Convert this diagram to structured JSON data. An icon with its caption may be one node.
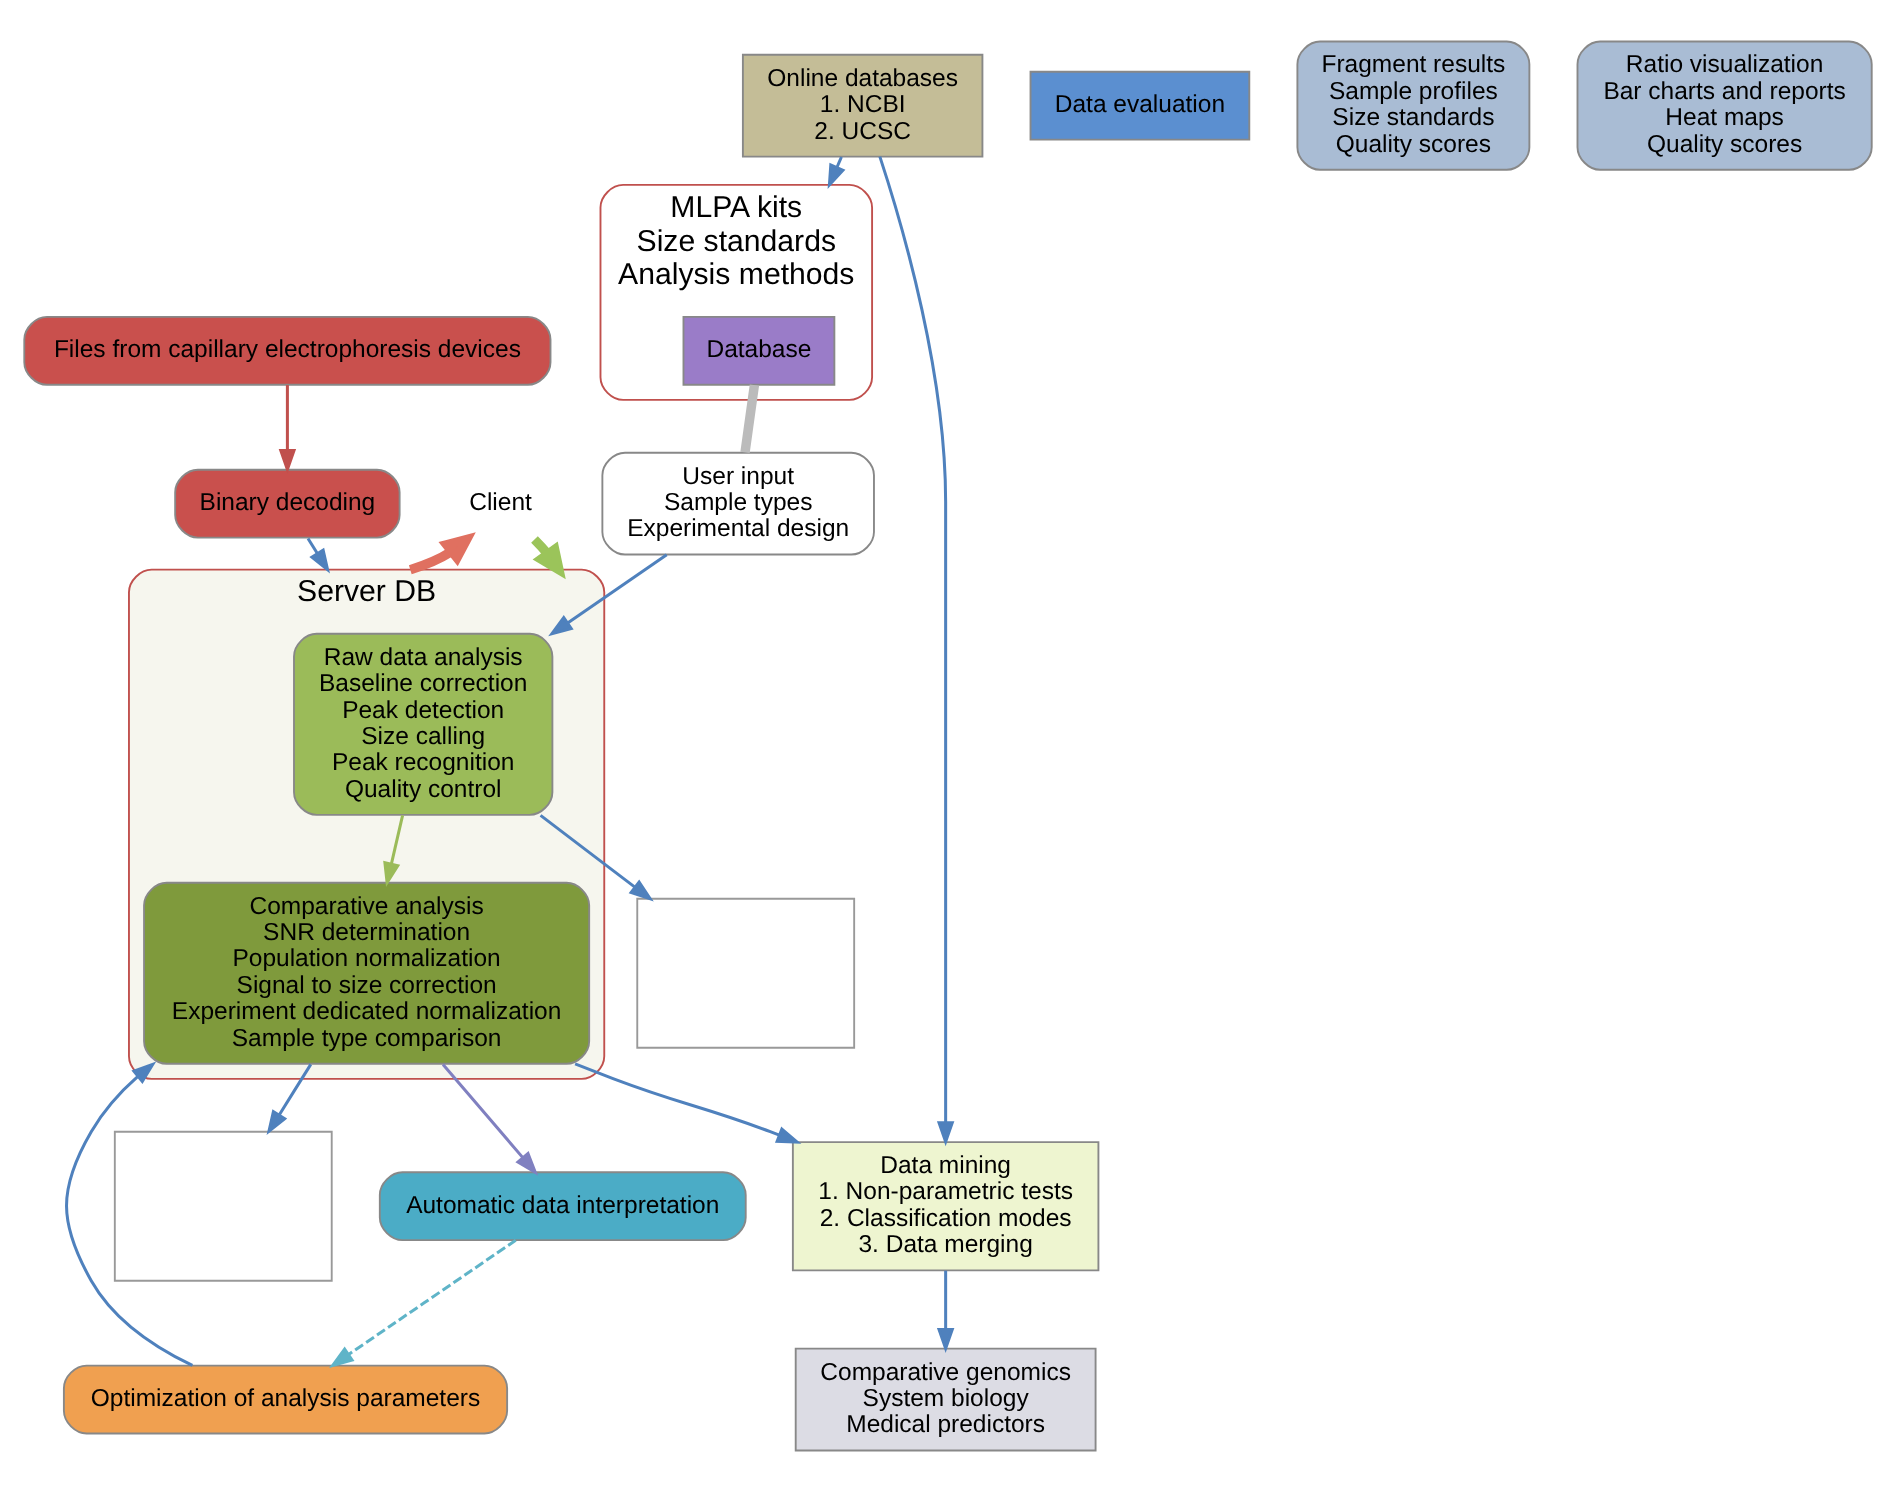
{
  "diagram": {
    "nodes": [
      {
        "text": [
          "Files from capillary electrophoresis devices"
        ]
      },
      {
        "text": [
          "Binary decoding"
        ]
      },
      {
        "text": [
          "Client"
        ]
      },
      {
        "text": [
          "Server DB"
        ]
      },
      {
        "text": [
          "Data evaluation"
        ]
      },
      {
        "text": [
          "MLPA kits",
          "Size standards",
          "Analysis methods"
        ]
      },
      {
        "text": [
          "Database"
        ],
        "in": 5
      },
      {
        "text": [
          "User input",
          "Sample types",
          "Experimental design"
        ]
      },
      {
        "text": [
          "Raw data analysis",
          "Baseline correction",
          "Peak detection",
          "Size calling",
          "Peak recognition",
          "Quality control"
        ],
        "in": 3
      },
      {
        "text": [],
        "shape": "box"
      },
      {
        "text": [
          "Fragment results",
          "Sample profiles",
          "Size standards",
          "Quality scores"
        ]
      },
      {
        "text": [
          "Optimization of analysis parameters"
        ]
      },
      {
        "text": [
          "Comparative analysis",
          "SNR determination",
          "Population normalization",
          "Signal to size correction",
          "Experiment dedicated normalization",
          "Sample type comparison"
        ],
        "in": 3
      },
      {
        "text": [],
        "shape": "box"
      },
      {
        "text": [
          "Ratio visualization",
          "Bar charts and reports",
          "Heat maps",
          "Quality scores"
        ]
      },
      {
        "text": [
          "Automatic data interpretation"
        ]
      },
      {
        "text": [
          "Online databases",
          "1. NCBI",
          "2. UCSC"
        ]
      },
      {
        "text": [
          "Data mining",
          "1. Non-parametric tests",
          "2. Classification modes",
          "3. Data merging"
        ]
      },
      {
        "text": [
          "Comparative genomics",
          "System biology",
          "Medical predictors"
        ]
      }
    ],
    "edges": [
      {
        "from": 0,
        "to": 1,
        "arrow": "to",
        "color": "#c0504d"
      },
      {
        "from": 1,
        "to": 3,
        "arrow": "to"
      },
      {
        "from": 2,
        "to": 3,
        "arrow": "to",
        "style": "thick",
        "color": "#9bc45a"
      },
      {
        "from": 3,
        "to": 2,
        "arrow": "to",
        "style": "thick",
        "color": "#e07060"
      },
      {
        "from": 7,
        "to": 8,
        "arrow": "to"
      },
      {
        "from": 8,
        "to": 9,
        "arrow": "to"
      },
      {
        "from": 8,
        "to": 12,
        "arrow": "to",
        "color": "#9bbb59"
      },
      {
        "from": 6,
        "to": 7,
        "arrow": "none",
        "style": "thick",
        "color": "#bbbbbb"
      },
      {
        "from": 11,
        "to": 12,
        "arrow": "to"
      },
      {
        "from": 15,
        "to": 11,
        "arrow": "to",
        "style": "dashed",
        "color": "#5fb4c8"
      },
      {
        "from": 12,
        "to": 15,
        "arrow": "to",
        "color": "#8080c0"
      },
      {
        "from": 12,
        "to": 13,
        "arrow": "to"
      },
      {
        "from": 12,
        "to": 17,
        "arrow": "to"
      },
      {
        "from": 16,
        "to": 5,
        "arrow": "to"
      },
      {
        "from": 16,
        "to": 17,
        "arrow": "to"
      },
      {
        "from": 17,
        "to": 18,
        "arrow": "to"
      }
    ]
  }
}
